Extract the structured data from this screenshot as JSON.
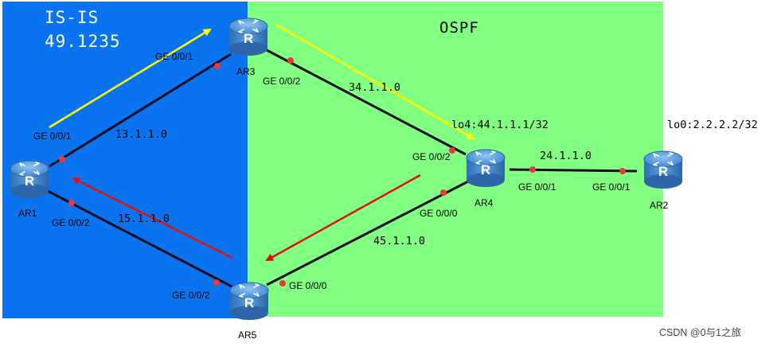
{
  "areas": {
    "isis": {
      "title": "IS-IS",
      "area_id": "49.1235"
    },
    "ospf": {
      "title": "OSPF"
    }
  },
  "routers": {
    "ar1": {
      "name": "AR1"
    },
    "ar2": {
      "name": "AR2",
      "loopback": "lo0:2.2.2.2/32"
    },
    "ar3": {
      "name": "AR3"
    },
    "ar4": {
      "name": "AR4",
      "loopback": "lo4:44.1.1.1/32"
    },
    "ar5": {
      "name": "AR5"
    }
  },
  "router_icon_letter": "R",
  "links": {
    "ar1_ar3": {
      "network": "13.1.1.0",
      "ar1_port": "GE 0/0/1",
      "ar3_port": "GE 0/0/1"
    },
    "ar3_ar4": {
      "network": "34.1.1.0",
      "ar3_port": "GE 0/0/2",
      "ar4_port": "GE 0/0/2"
    },
    "ar4_ar2": {
      "network": "24.1.1.0",
      "ar4_port": "GE 0/0/1",
      "ar2_port": "GE 0/0/1"
    },
    "ar4_ar5": {
      "network": "45.1.1.0",
      "ar4_port": "GE 0/0/0",
      "ar5_port": "GE 0/0/0"
    },
    "ar1_ar5": {
      "network": "15.1.1.0",
      "ar1_port": "GE 0/0/2",
      "ar5_port": "GE 0/0/2"
    }
  },
  "arrows": {
    "forward_color": "#ffff00",
    "return_color": "#e01010"
  },
  "colors": {
    "isis_area": "#0a74f0",
    "ospf_area": "#80ff80",
    "link": "#0b0b1e",
    "port_dot": "#e83a3a"
  },
  "watermark": "CSDN @0与1之旅"
}
